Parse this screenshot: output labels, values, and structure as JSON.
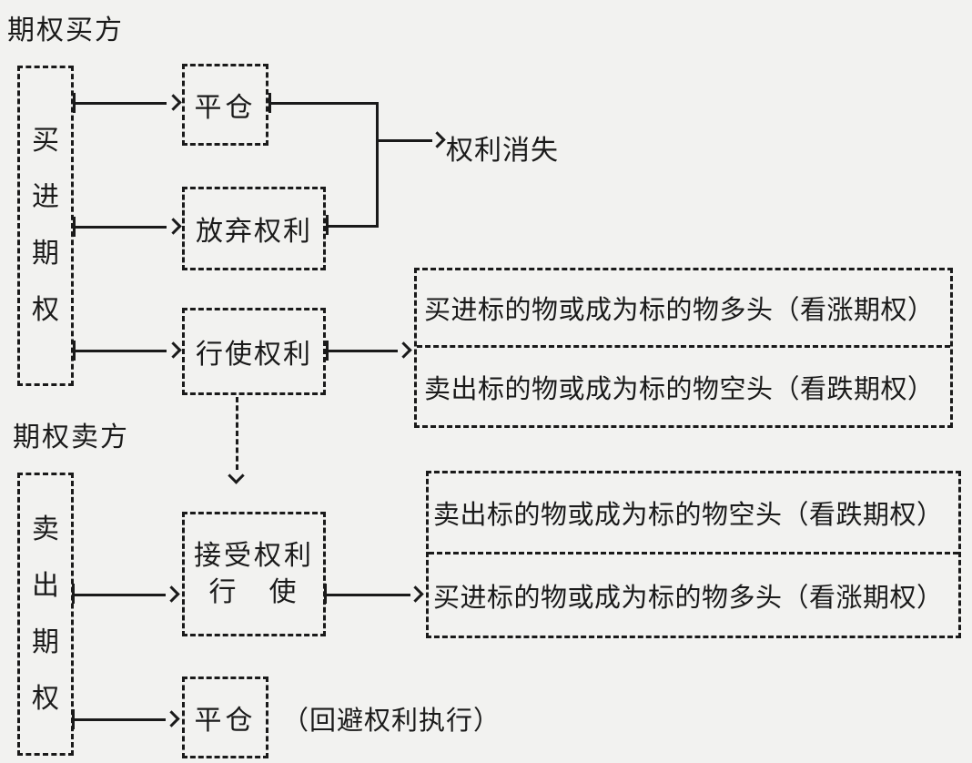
{
  "palette": {
    "background": "#f2f2f0",
    "ink": "#1a1a1a"
  },
  "buyer": {
    "section_label": "期权买方",
    "position_box": "买进期权",
    "close_box": "平仓",
    "abandon_box": "放弃权利",
    "exercise_box": "行使权利",
    "rights_lost_label": "权利消失",
    "outcome_top": "买进标的物或成为标的物多头（看涨期权）",
    "outcome_bottom": "卖出标的物或成为标的物空头（看跌期权）"
  },
  "seller": {
    "section_label": "期权卖方",
    "position_box": "卖出期权",
    "accept_box_line1": "接受权利",
    "accept_box_line2": "行　使",
    "outcome_top": "卖出标的物或成为标的物空头（看跌期权）",
    "outcome_bottom": "买进标的物或成为标的物多头（看涨期权）",
    "close_box": "平仓",
    "close_note": "（回避权利执行）"
  }
}
